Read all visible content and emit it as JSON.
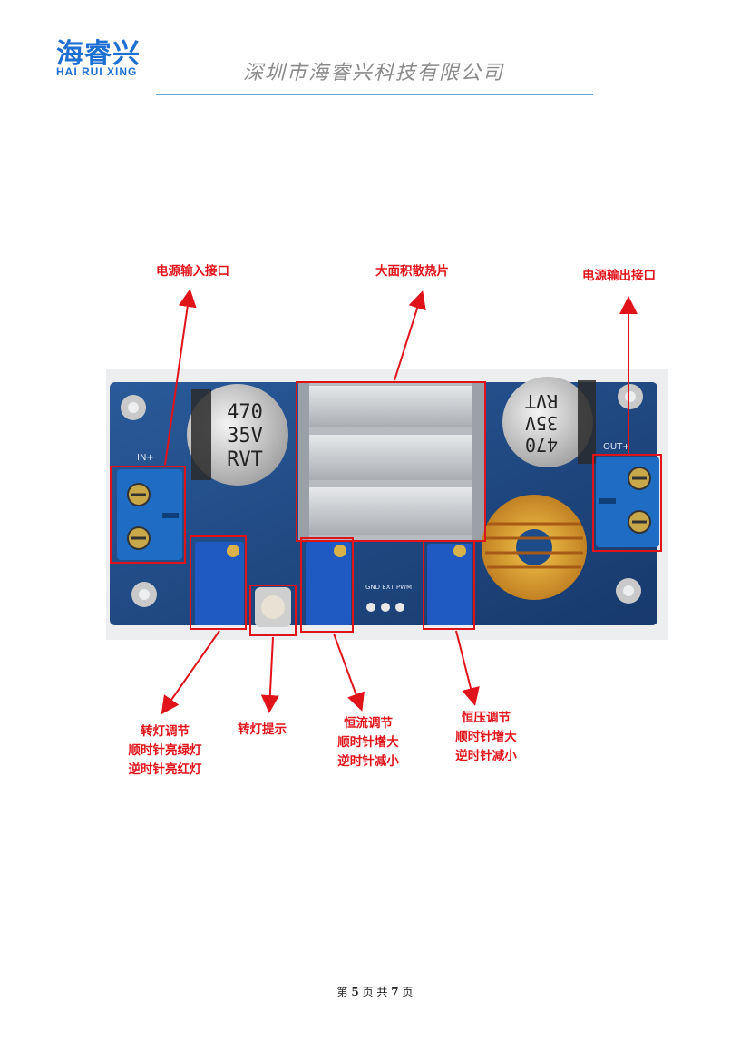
{
  "header": {
    "logo_cn": "海睿兴",
    "logo_en": "HAI RUI XING",
    "company": "深圳市海睿兴科技有限公司"
  },
  "board": {
    "cap_left": [
      "470",
      "35V",
      "RVT"
    ],
    "cap_right": [
      "470",
      "35V",
      "RVT"
    ],
    "in_silk": "IN+",
    "out_silk": "OUT+",
    "pin_silk": "GND EXT PWM"
  },
  "labels": {
    "power_in": "电源输入接口",
    "heatsink": "大面积散热片",
    "power_out": "电源输出接口",
    "lamp_adjust": [
      "转灯调节",
      "顺时针亮绿灯",
      "逆时针亮红灯"
    ],
    "lamp_hint": "转灯提示",
    "cc_adjust": [
      "恒流调节",
      "顺时针增大",
      "逆时针减小"
    ],
    "cv_adjust": [
      "恒压调节",
      "顺时针增大",
      "逆时针减小"
    ]
  },
  "footer": {
    "pre": "第",
    "page": "5",
    "mid1": "页 共",
    "total": "7",
    "post": "页"
  },
  "colors": {
    "brand_blue": "#1d6fd1",
    "annotation_red": "#e1131a",
    "pcb_blue": "#1e4c8a"
  }
}
